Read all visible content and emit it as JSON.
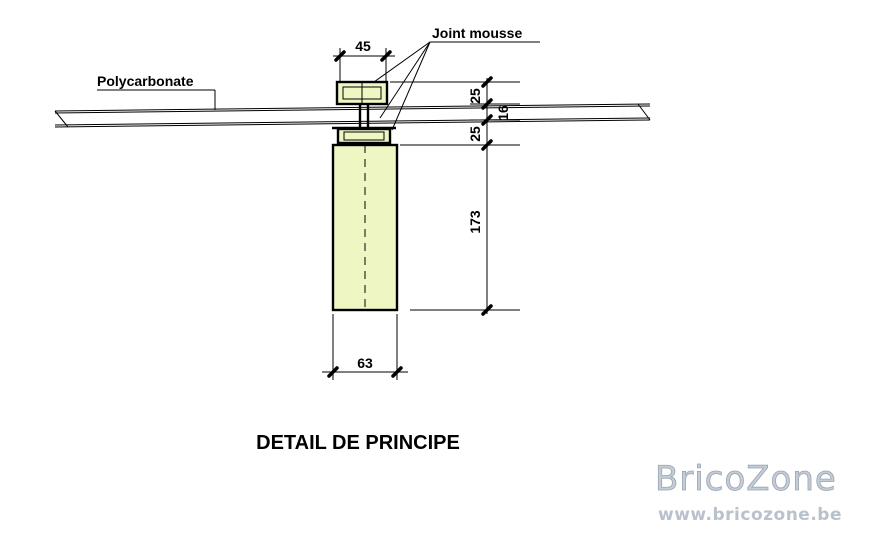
{
  "labels": {
    "joint": "Joint mousse",
    "polycarbonate": "Polycarbonate",
    "title": "DETAIL DE PRINCIPE"
  },
  "dimensions": {
    "top_width": "45",
    "upper_gap": "25",
    "sheet_thickness": "16",
    "lower_gap": "25",
    "beam_height": "173",
    "beam_width": "63"
  },
  "watermark": {
    "brand": "BricoZone",
    "url": "www.bricozone.be"
  },
  "colors": {
    "wood_fill": "#eef7c4",
    "line": "#000000",
    "watermark": "#c4ccd6"
  }
}
